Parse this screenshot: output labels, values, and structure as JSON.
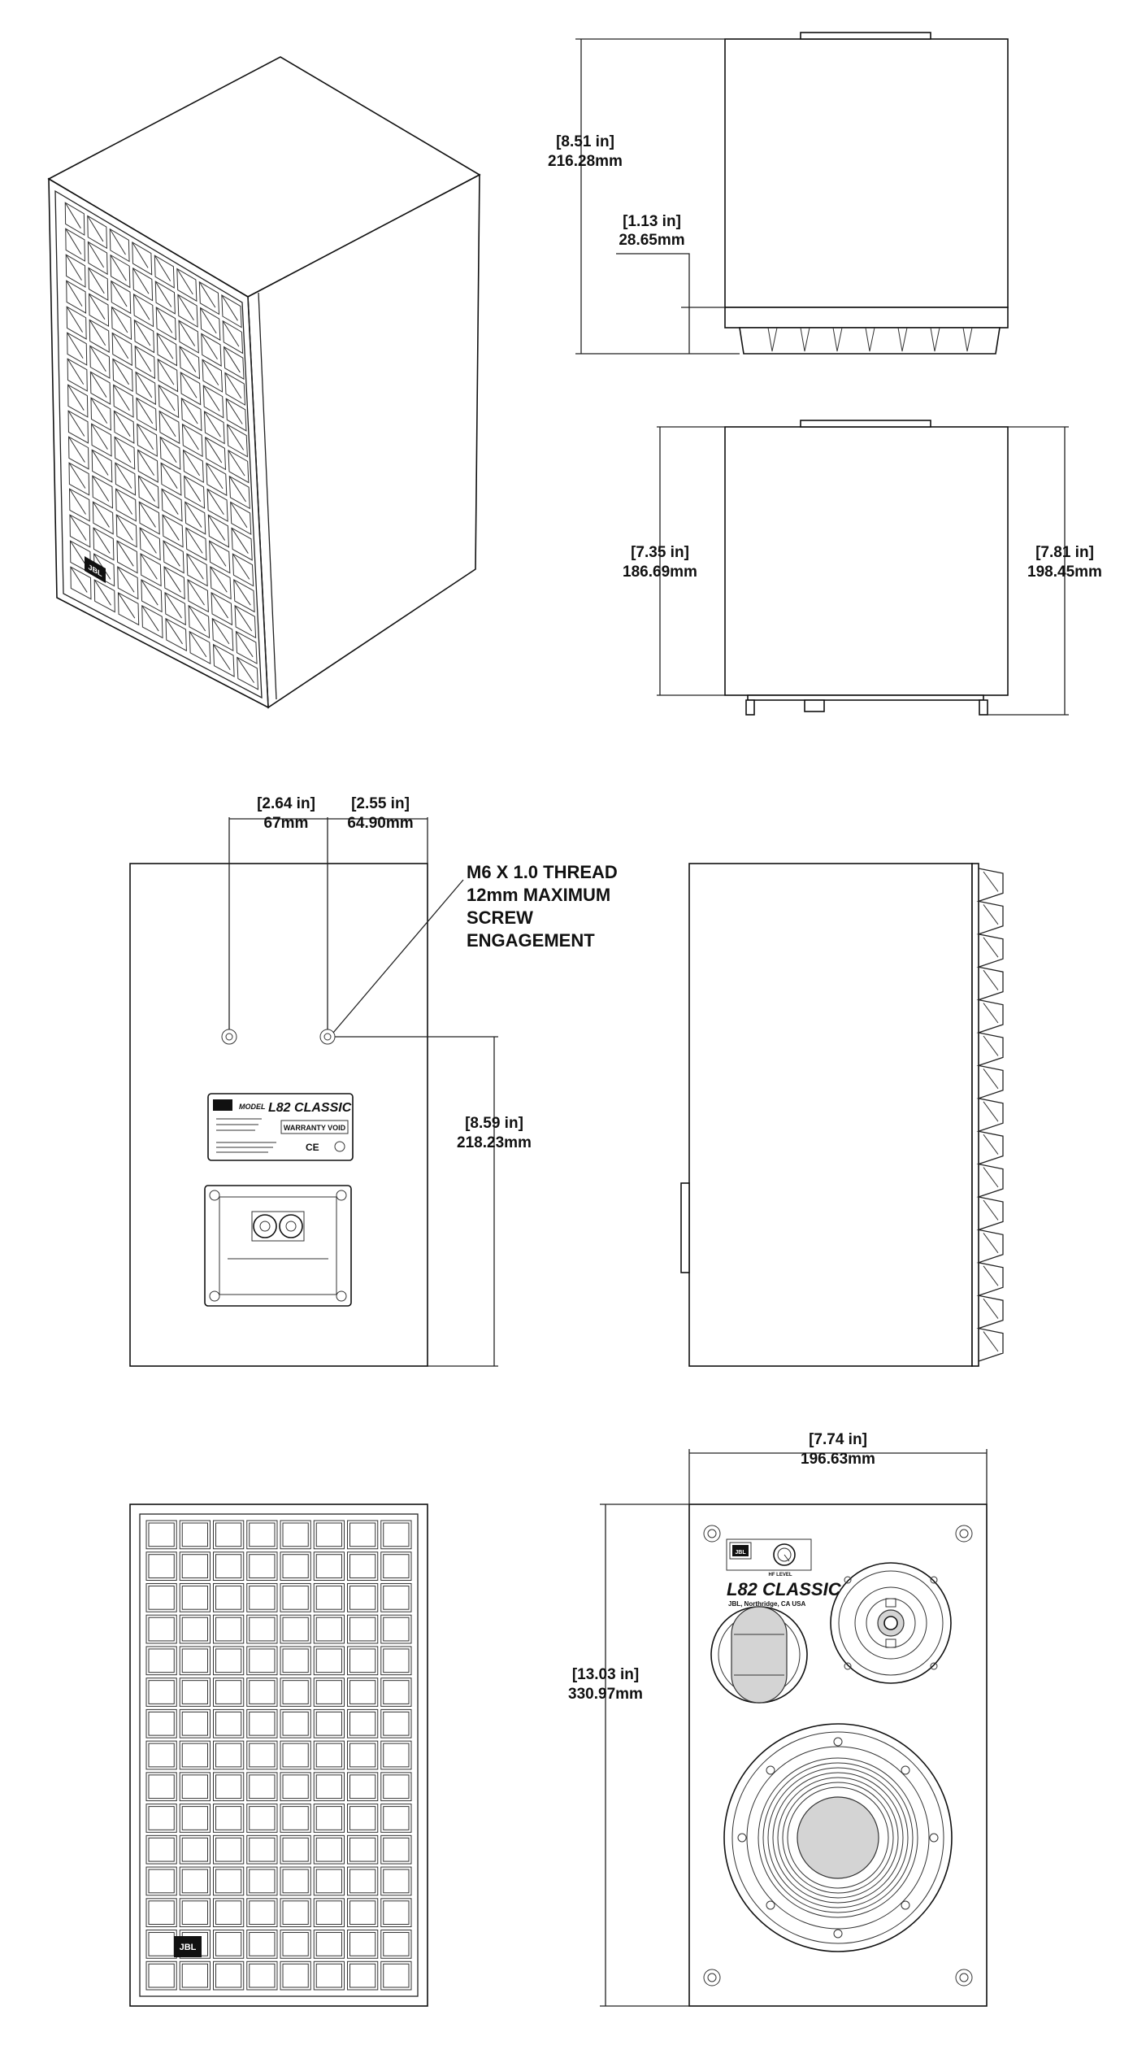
{
  "dimensions": {
    "side_height": {
      "imperial": "[8.51 in]",
      "metric": "216.28mm"
    },
    "feet_height": {
      "imperial": "[1.13 in]",
      "metric": "28.65mm"
    },
    "top_depth_left": {
      "imperial": "[7.35 in]",
      "metric": "186.69mm"
    },
    "top_depth_right": {
      "imperial": "[7.81 in]",
      "metric": "198.45mm"
    },
    "mount_offset_1": {
      "imperial": "[2.64 in]",
      "metric": "67mm"
    },
    "mount_offset_2": {
      "imperial": "[2.55 in]",
      "metric": "64.90mm"
    },
    "mount_height": {
      "imperial": "[8.59 in]",
      "metric": "218.23mm"
    },
    "front_width": {
      "imperial": "[7.74 in]",
      "metric": "196.63mm"
    },
    "front_height": {
      "imperial": "[13.03 in]",
      "metric": "330.97mm"
    }
  },
  "thread_note": {
    "line1": "M6 X 1.0 THREAD",
    "line2": "12mm MAXIMUM",
    "line3": "SCREW",
    "line4": "ENGAGEMENT"
  },
  "rear_label": {
    "model_prefix": "MODEL",
    "model_name": "L82 CLASSIC",
    "warranty": "WARRANTY VOID",
    "marks": "CE"
  },
  "front_baffle": {
    "brand": "JBL",
    "model_name": "L82 CLASSIC",
    "address": "JBL, Northridge, CA USA",
    "control_label": "HF LEVEL"
  },
  "grille_badge": "JBL",
  "iso_badge": "JBL"
}
